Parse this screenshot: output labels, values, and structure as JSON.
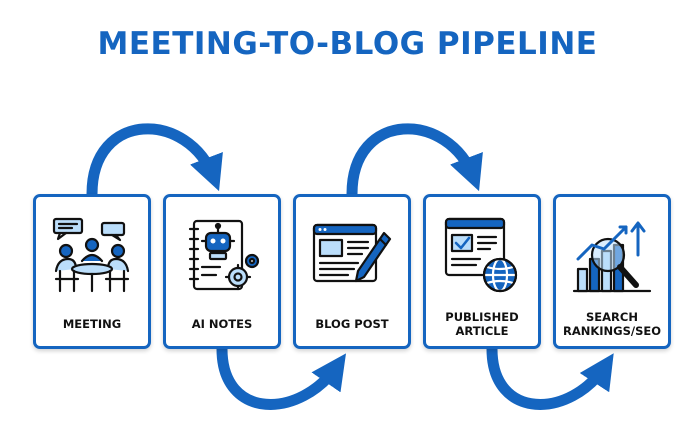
{
  "title": "MEETING-TO-BLOG PIPELINE",
  "colors": {
    "primary": "#1565c0",
    "light": "#bbdefb",
    "ink": "#111111"
  },
  "steps": [
    {
      "label": "MEETING",
      "icon": "meeting-icon"
    },
    {
      "label": "AI NOTES",
      "icon": "ai-notes-icon"
    },
    {
      "label": "BLOG POST",
      "icon": "blog-post-icon"
    },
    {
      "label": "PUBLISHED\nARTICLE",
      "icon": "published-article-icon"
    },
    {
      "label": "SEARCH\nRANKINGS/SEO",
      "icon": "seo-rankings-icon"
    }
  ]
}
